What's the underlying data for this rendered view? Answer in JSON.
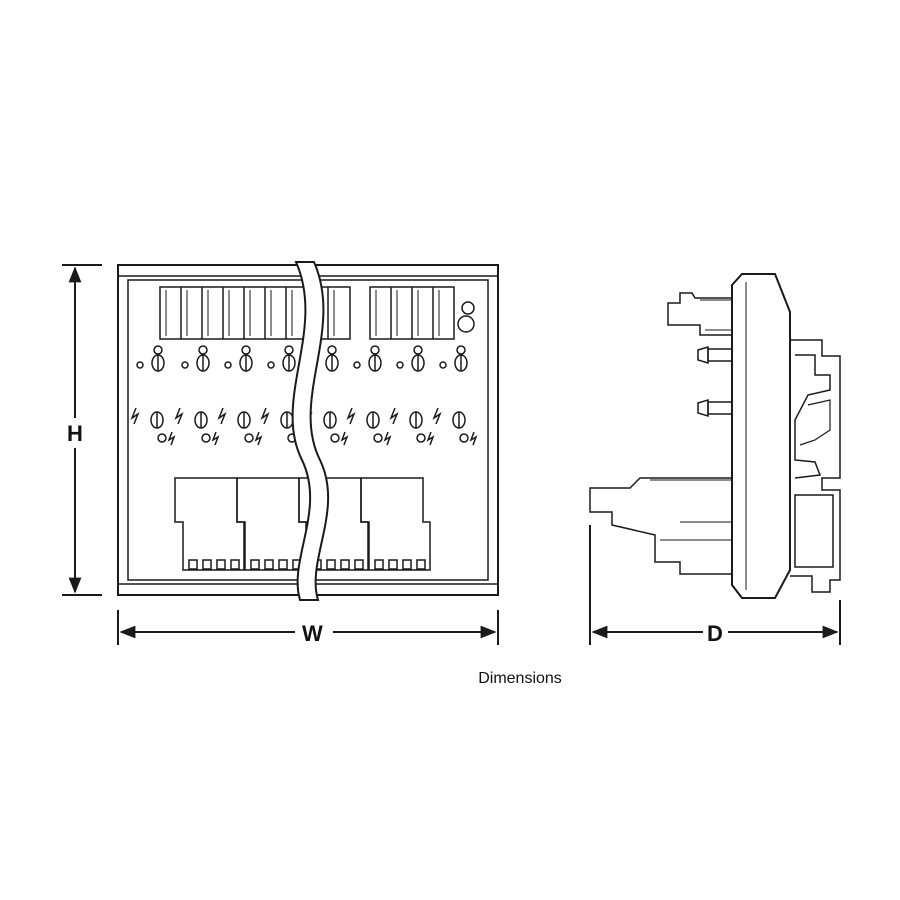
{
  "labels": {
    "height": "H",
    "width": "W",
    "depth": "D"
  },
  "caption": "Dimensions",
  "colors": {
    "line": "#1a1a1a",
    "background": "#ffffff"
  }
}
